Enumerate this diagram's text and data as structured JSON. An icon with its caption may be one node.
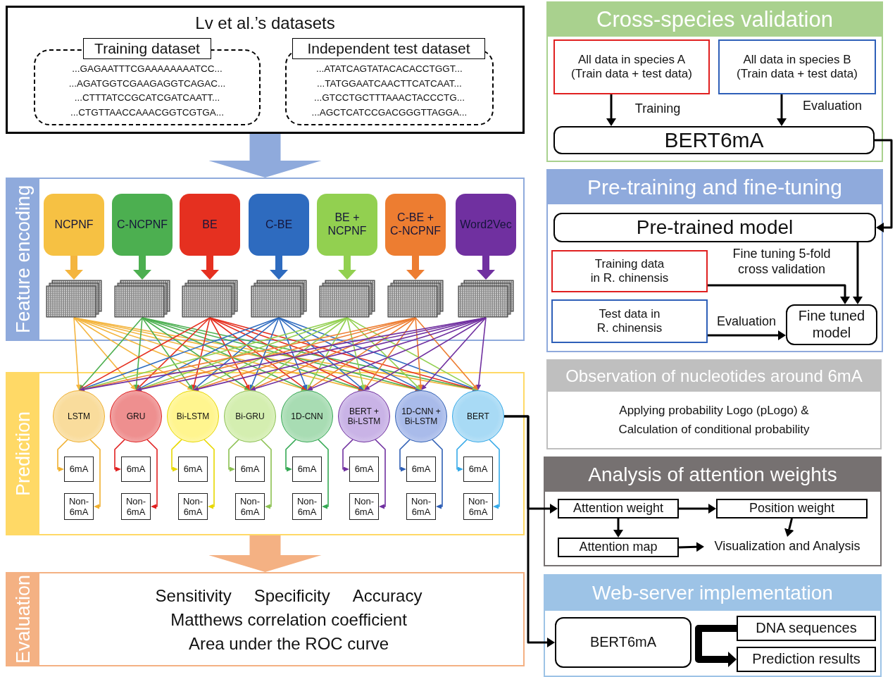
{
  "diagram": {
    "nodes": [
      {
        "text": [
          "Lv et al.’s datasets"
        ]
      },
      {
        "text": [
          "Training dataset",
          "...GAGAATTTCGAAAAAAAATCC...",
          "...AGATGGTCGAAGAGGTCAGAC...",
          "...CTTTATCCGCATCGATCAATT...",
          "...CTGTTAACCAAACGGTCGTGA..."
        ],
        "in": 0
      },
      {
        "text": [
          "Independent test dataset",
          "...ATATCAGTATACACACCTGGT...",
          "...TATGGAATCAACTTCATCAAT...",
          "...GTCCTGCTTTAAACTACCCTG...",
          "...AGCTCATCCGACGGGTTAGGA..."
        ],
        "in": 0
      },
      {
        "text": [
          "Feature encoding"
        ]
      },
      {
        "text": [
          "NCPNF"
        ],
        "in": 3
      },
      {
        "text": [
          "C-NCPNF"
        ],
        "in": 3
      },
      {
        "text": [
          "BE"
        ],
        "in": 3
      },
      {
        "text": [
          "C-BE"
        ],
        "in": 3
      },
      {
        "text": [
          "BE + NCPNF"
        ],
        "in": 3
      },
      {
        "text": [
          "C-BE + C-NCPNF"
        ],
        "in": 3
      },
      {
        "text": [
          "Word2Vec"
        ],
        "in": 3
      },
      {
        "text": [],
        "shape": "box",
        "in": 3
      },
      {
        "text": [],
        "shape": "box",
        "in": 3
      },
      {
        "text": [],
        "shape": "box",
        "in": 3
      },
      {
        "text": [],
        "shape": "box",
        "in": 3
      },
      {
        "text": [],
        "shape": "box",
        "in": 3
      },
      {
        "text": [],
        "shape": "box",
        "in": 3
      },
      {
        "text": [],
        "shape": "box",
        "in": 3
      },
      {
        "text": [
          "Prediction"
        ]
      },
      {
        "text": [
          "LSTM"
        ],
        "in": 18
      },
      {
        "text": [
          "GRU"
        ],
        "in": 18
      },
      {
        "text": [
          "Bi-LSTM"
        ],
        "in": 18
      },
      {
        "text": [
          "Bi-GRU"
        ],
        "in": 18
      },
      {
        "text": [
          "1D-CNN"
        ],
        "in": 18
      },
      {
        "text": [
          "BERT + Bi-LSTM"
        ],
        "in": 18
      },
      {
        "text": [
          "1D-CNN + Bi-LSTM"
        ],
        "in": 18
      },
      {
        "text": [
          "BERT"
        ],
        "in": 18
      },
      {
        "text": [
          "6mA"
        ],
        "in": 18
      },
      {
        "text": [
          "6mA"
        ],
        "in": 18
      },
      {
        "text": [
          "6mA"
        ],
        "in": 18
      },
      {
        "text": [
          "6mA"
        ],
        "in": 18
      },
      {
        "text": [
          "6mA"
        ],
        "in": 18
      },
      {
        "text": [
          "6mA"
        ],
        "in": 18
      },
      {
        "text": [
          "6mA"
        ],
        "in": 18
      },
      {
        "text": [
          "6mA"
        ],
        "in": 18
      },
      {
        "text": [
          "Non-6mA"
        ],
        "in": 18
      },
      {
        "text": [
          "Non-6mA"
        ],
        "in": 18
      },
      {
        "text": [
          "Non-6mA"
        ],
        "in": 18
      },
      {
        "text": [
          "Non-6mA"
        ],
        "in": 18
      },
      {
        "text": [
          "Non-6mA"
        ],
        "in": 18
      },
      {
        "text": [
          "Non-6mA"
        ],
        "in": 18
      },
      {
        "text": [
          "Non-6mA"
        ],
        "in": 18
      },
      {
        "text": [
          "Non-6mA"
        ],
        "in": 18
      },
      {
        "text": [
          "Evaluation"
        ]
      },
      {
        "text": [
          "Sensitivity",
          "Specificity",
          "Accuracy",
          "Matthews correlation coefficient",
          "Area under the ROC curve"
        ],
        "in": 43
      },
      {
        "text": [
          "Cross-species validation"
        ]
      },
      {
        "text": [
          "All data in species A (Train data + test data)"
        ],
        "in": 45
      },
      {
        "text": [
          "All data in species B (Train data + test data)"
        ],
        "in": 45
      },
      {
        "text": [
          "BERT6mA"
        ],
        "in": 45
      },
      {
        "text": [
          "Pre-training and fine-tuning"
        ]
      },
      {
        "text": [
          "Pre-trained model"
        ],
        "in": 49
      },
      {
        "text": [
          "Training data in R. chinensis"
        ],
        "in": 49
      },
      {
        "text": [
          "Test data in R. chinensis"
        ],
        "in": 49
      },
      {
        "text": [
          "Fine tuned model"
        ],
        "in": 49
      },
      {
        "text": [
          "Observation of nucleotides around 6mA"
        ]
      },
      {
        "text": [
          "Applying probability Logo (pLogo) & Calculation of conditional probability"
        ],
        "in": 54
      },
      {
        "text": [
          "Analysis of attention weights"
        ]
      },
      {
        "text": [
          "Attention weight"
        ],
        "in": 56
      },
      {
        "text": [
          "Position weight"
        ],
        "in": 56
      },
      {
        "text": [
          "Attention map"
        ],
        "in": 56
      },
      {
        "text": [
          "Visualization and Analysis"
        ],
        "in": 56
      },
      {
        "text": [
          "Web-server implementation"
        ]
      },
      {
        "text": [
          "BERT6mA"
        ],
        "in": 61
      },
      {
        "text": [
          "DNA sequences"
        ],
        "in": 61
      },
      {
        "text": [
          "Prediction results"
        ],
        "in": 61
      }
    ],
    "edges": [
      {
        "from": 0,
        "to": 3,
        "arrow": "to",
        "style": "thick",
        "color": "#8faadc"
      },
      {
        "from": 4,
        "to": 11,
        "arrow": "to",
        "style": "thick",
        "color": "#f4b53f"
      },
      {
        "from": 5,
        "to": 12,
        "arrow": "to",
        "style": "thick",
        "color": "#4caf50"
      },
      {
        "from": 6,
        "to": 13,
        "arrow": "to",
        "style": "thick",
        "color": "#e53020"
      },
      {
        "from": 7,
        "to": 14,
        "arrow": "to",
        "style": "thick",
        "color": "#2e6bbf"
      },
      {
        "from": 8,
        "to": 15,
        "arrow": "to",
        "style": "thick",
        "color": "#92d050"
      },
      {
        "from": 9,
        "to": 16,
        "arrow": "to",
        "style": "thick",
        "color": "#ed7d31"
      },
      {
        "from": 10,
        "to": 17,
        "arrow": "to",
        "style": "thick",
        "color": "#7030a0"
      },
      {
        "from": 11,
        "to": 19,
        "arrow": "to",
        "color": "#f4b53f"
      },
      {
        "from": 11,
        "to": 20,
        "arrow": "to",
        "color": "#f4b53f"
      },
      {
        "from": 11,
        "to": 21,
        "arrow": "to",
        "color": "#f4b53f"
      },
      {
        "from": 11,
        "to": 22,
        "arrow": "to",
        "color": "#f4b53f"
      },
      {
        "from": 11,
        "to": 23,
        "arrow": "to",
        "color": "#f4b53f"
      },
      {
        "from": 11,
        "to": 24,
        "arrow": "to",
        "color": "#f4b53f"
      },
      {
        "from": 11,
        "to": 25,
        "arrow": "to",
        "color": "#f4b53f"
      },
      {
        "from": 11,
        "to": 26,
        "arrow": "to",
        "color": "#f4b53f"
      },
      {
        "from": 12,
        "to": 19,
        "arrow": "to",
        "color": "#4caf50"
      },
      {
        "from": 12,
        "to": 20,
        "arrow": "to",
        "color": "#4caf50"
      },
      {
        "from": 12,
        "to": 21,
        "arrow": "to",
        "color": "#4caf50"
      },
      {
        "from": 12,
        "to": 22,
        "arrow": "to",
        "color": "#4caf50"
      },
      {
        "from": 12,
        "to": 23,
        "arrow": "to",
        "color": "#4caf50"
      },
      {
        "from": 12,
        "to": 24,
        "arrow": "to",
        "color": "#4caf50"
      },
      {
        "from": 12,
        "to": 25,
        "arrow": "to",
        "color": "#4caf50"
      },
      {
        "from": 12,
        "to": 26,
        "arrow": "to",
        "color": "#4caf50"
      },
      {
        "from": 13,
        "to": 19,
        "arrow": "to",
        "color": "#e53020"
      },
      {
        "from": 13,
        "to": 20,
        "arrow": "to",
        "color": "#e53020"
      },
      {
        "from": 13,
        "to": 21,
        "arrow": "to",
        "color": "#e53020"
      },
      {
        "from": 13,
        "to": 22,
        "arrow": "to",
        "color": "#e53020"
      },
      {
        "from": 13,
        "to": 23,
        "arrow": "to",
        "color": "#e53020"
      },
      {
        "from": 13,
        "to": 24,
        "arrow": "to",
        "color": "#e53020"
      },
      {
        "from": 13,
        "to": 25,
        "arrow": "to",
        "color": "#e53020"
      },
      {
        "from": 13,
        "to": 26,
        "arrow": "to",
        "color": "#e53020"
      },
      {
        "from": 14,
        "to": 19,
        "arrow": "to",
        "color": "#2e6bbf"
      },
      {
        "from": 14,
        "to": 20,
        "arrow": "to",
        "color": "#2e6bbf"
      },
      {
        "from": 14,
        "to": 21,
        "arrow": "to",
        "color": "#2e6bbf"
      },
      {
        "from": 14,
        "to": 22,
        "arrow": "to",
        "color": "#2e6bbf"
      },
      {
        "from": 14,
        "to": 23,
        "arrow": "to",
        "color": "#2e6bbf"
      },
      {
        "from": 14,
        "to": 24,
        "arrow": "to",
        "color": "#2e6bbf"
      },
      {
        "from": 14,
        "to": 25,
        "arrow": "to",
        "color": "#2e6bbf"
      },
      {
        "from": 14,
        "to": 26,
        "arrow": "to",
        "color": "#2e6bbf"
      },
      {
        "from": 15,
        "to": 19,
        "arrow": "to",
        "color": "#92d050"
      },
      {
        "from": 15,
        "to": 20,
        "arrow": "to",
        "color": "#92d050"
      },
      {
        "from": 15,
        "to": 21,
        "arrow": "to",
        "color": "#92d050"
      },
      {
        "from": 15,
        "to": 22,
        "arrow": "to",
        "color": "#92d050"
      },
      {
        "from": 15,
        "to": 23,
        "arrow": "to",
        "color": "#92d050"
      },
      {
        "from": 15,
        "to": 24,
        "arrow": "to",
        "color": "#92d050"
      },
      {
        "from": 15,
        "to": 25,
        "arrow": "to",
        "color": "#92d050"
      },
      {
        "from": 15,
        "to": 26,
        "arrow": "to",
        "color": "#92d050"
      },
      {
        "from": 16,
        "to": 19,
        "arrow": "to",
        "color": "#ed7d31"
      },
      {
        "from": 16,
        "to": 20,
        "arrow": "to",
        "color": "#ed7d31"
      },
      {
        "from": 16,
        "to": 21,
        "arrow": "to",
        "color": "#ed7d31"
      },
      {
        "from": 16,
        "to": 22,
        "arrow": "to",
        "color": "#ed7d31"
      },
      {
        "from": 16,
        "to": 23,
        "arrow": "to",
        "color": "#ed7d31"
      },
      {
        "from": 16,
        "to": 24,
        "arrow": "to",
        "color": "#ed7d31"
      },
      {
        "from": 16,
        "to": 25,
        "arrow": "to",
        "color": "#ed7d31"
      },
      {
        "from": 16,
        "to": 26,
        "arrow": "to",
        "color": "#ed7d31"
      },
      {
        "from": 17,
        "to": 19,
        "arrow": "to",
        "color": "#7030a0"
      },
      {
        "from": 17,
        "to": 20,
        "arrow": "to",
        "color": "#7030a0"
      },
      {
        "from": 17,
        "to": 21,
        "arrow": "to",
        "color": "#7030a0"
      },
      {
        "from": 17,
        "to": 22,
        "arrow": "to",
        "color": "#7030a0"
      },
      {
        "from": 17,
        "to": 23,
        "arrow": "to",
        "color": "#7030a0"
      },
      {
        "from": 17,
        "to": 24,
        "arrow": "to",
        "color": "#7030a0"
      },
      {
        "from": 17,
        "to": 25,
        "arrow": "to",
        "color": "#7030a0"
      },
      {
        "from": 17,
        "to": 26,
        "arrow": "to",
        "color": "#7030a0"
      },
      {
        "from": 19,
        "to": 27,
        "arrow": "to",
        "color": "#f0b030"
      },
      {
        "from": 19,
        "to": 35,
        "arrow": "to",
        "color": "#f0b030"
      },
      {
        "from": 20,
        "to": 28,
        "arrow": "to",
        "color": "#e02020"
      },
      {
        "from": 20,
        "to": 36,
        "arrow": "to",
        "color": "#e02020"
      },
      {
        "from": 21,
        "to": 29,
        "arrow": "to",
        "color": "#e8d800"
      },
      {
        "from": 21,
        "to": 37,
        "arrow": "to",
        "color": "#e8d800"
      },
      {
        "from": 22,
        "to": 30,
        "arrow": "to",
        "color": "#8cc152"
      },
      {
        "from": 22,
        "to": 38,
        "arrow": "to",
        "color": "#8cc152"
      },
      {
        "from": 23,
        "to": 31,
        "arrow": "to",
        "color": "#34a853"
      },
      {
        "from": 23,
        "to": 39,
        "arrow": "to",
        "color": "#34a853"
      },
      {
        "from": 24,
        "to": 32,
        "arrow": "to",
        "color": "#7030a0"
      },
      {
        "from": 24,
        "to": 40,
        "arrow": "to",
        "color": "#7030a0"
      },
      {
        "from": 25,
        "to": 33,
        "arrow": "to",
        "color": "#2f5fb5"
      },
      {
        "from": 25,
        "to": 41,
        "arrow": "to",
        "color": "#2f5fb5"
      },
      {
        "from": 26,
        "to": 34,
        "arrow": "to",
        "color": "#35a9e8"
      },
      {
        "from": 26,
        "to": 42,
        "arrow": "to",
        "color": "#35a9e8"
      },
      {
        "from": 18,
        "to": 43,
        "arrow": "to",
        "style": "thick",
        "color": "#f4b183"
      },
      {
        "from": 46,
        "to": 48,
        "arrow": "to",
        "label": "Training"
      },
      {
        "from": 47,
        "to": 48,
        "arrow": "to",
        "label": "Evaluation"
      },
      {
        "from": 48,
        "to": 50,
        "arrow": "to"
      },
      {
        "from": 50,
        "to": 53,
        "arrow": "to"
      },
      {
        "from": 51,
        "to": 53,
        "arrow": "to",
        "label": "Fine tuning 5-fold cross validation"
      },
      {
        "from": 52,
        "to": 53,
        "arrow": "to",
        "label": "Evaluation"
      },
      {
        "from": 26,
        "to": 57,
        "arrow": "to"
      },
      {
        "from": 26,
        "to": 62,
        "arrow": "to"
      },
      {
        "from": 57,
        "to": 58,
        "arrow": "to"
      },
      {
        "from": 57,
        "to": 59,
        "arrow": "to"
      },
      {
        "from": 58,
        "to": 60,
        "arrow": "to"
      },
      {
        "from": 59,
        "to": 60,
        "arrow": "to"
      },
      {
        "from": 63,
        "to": 64,
        "arrow": "to",
        "style": "thick"
      }
    ]
  }
}
